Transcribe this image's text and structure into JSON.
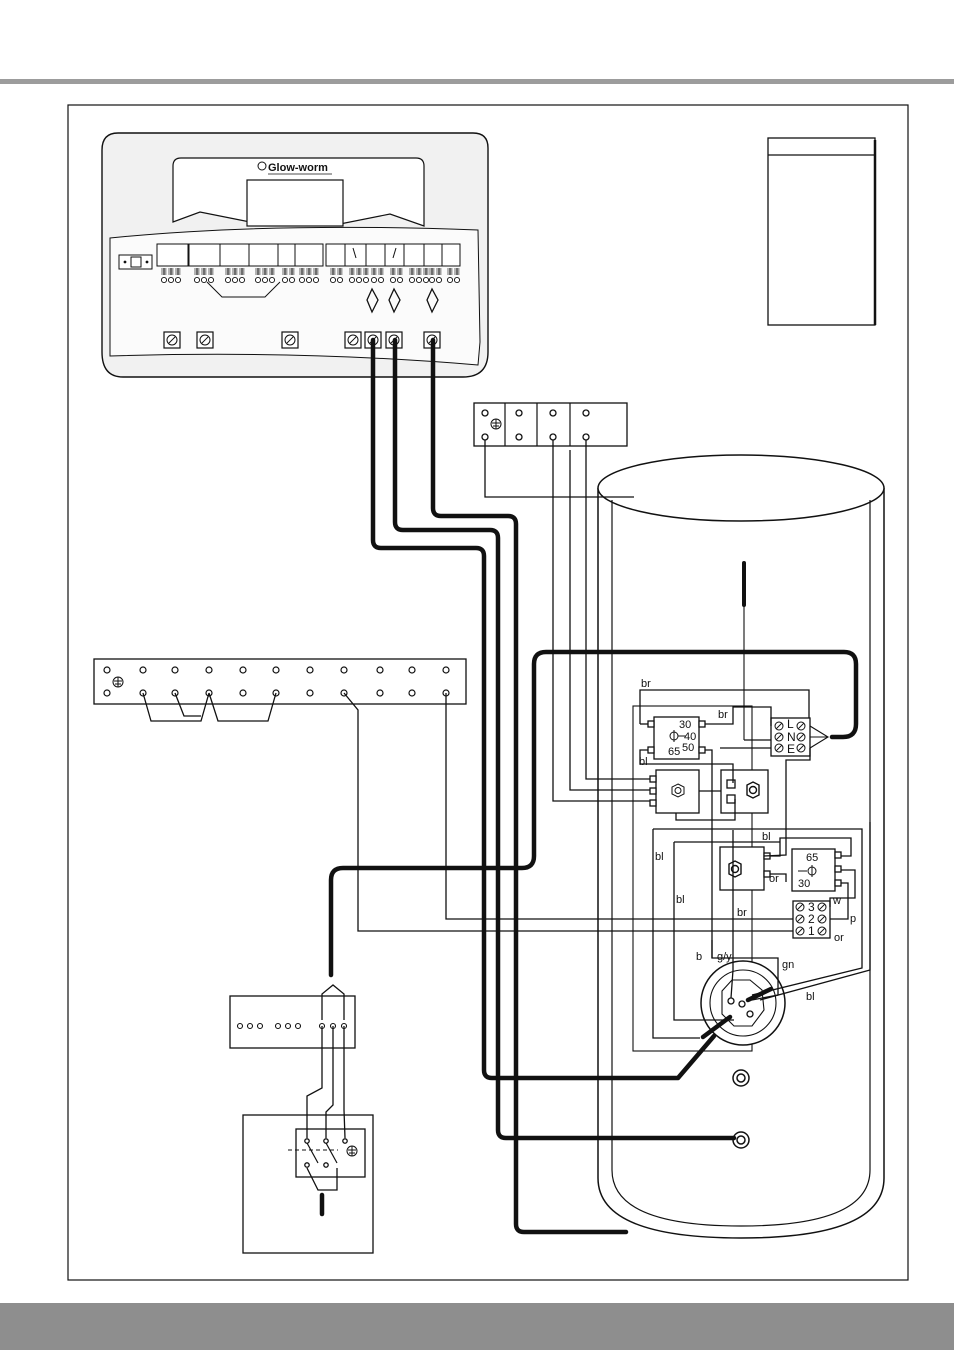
{
  "brand": {
    "logo_text": "Glow-worm"
  },
  "labels": {
    "br_top": "br",
    "br_mid": "br",
    "bl_left": "bl",
    "L": "L",
    "N": "N",
    "E": "E",
    "t1_30": "30",
    "t1_40": "40",
    "t1_50": "50",
    "t1_65": "65",
    "bl_right": "bl",
    "bl_center": "bl",
    "bl_lower": "bl",
    "or_1": "or",
    "t2_65": "65",
    "t2_30": "30",
    "w": "w",
    "br_bottom": "br",
    "p": "p",
    "or_2": "or",
    "b3": "3",
    "b2": "2",
    "b1": "1",
    "b": "b",
    "gy": "g/y",
    "gn": "gn",
    "bl_heater": "bl"
  },
  "colors": {
    "ink": "#111111",
    "rule": "#9c9c9c",
    "band": "#8e8e8e",
    "panel": "#f1f1f1"
  }
}
